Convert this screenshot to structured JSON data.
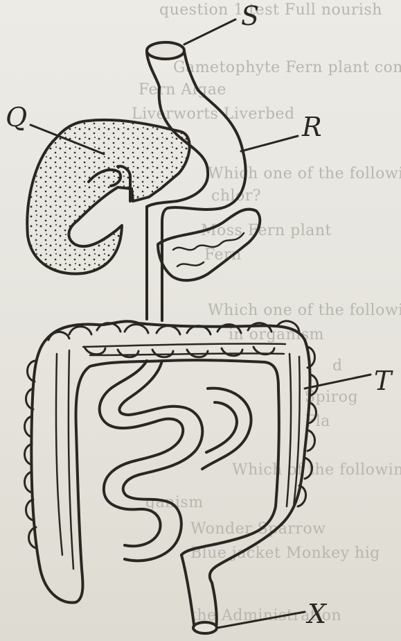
{
  "labels": {
    "s": "S",
    "q": "Q",
    "r": "R",
    "t": "T",
    "x": "X"
  },
  "background_text": [
    "question 1 test   Full nourish",
    "Gametophyte   Fern plant conce",
    "Fern            Algae",
    "Liverworts     Liverbed",
    "Which one of the following nee",
    "chlor?",
    "Moss         Fern  plant",
    "Fern",
    "Which one of the following small anim",
    "in  organism",
    "d",
    "Spirog",
    "Fla",
    "Which   of the following",
    "ganism",
    "Wonder       Sparrow",
    "Blue jacket   Monkey   hig",
    "the Administration"
  ]
}
